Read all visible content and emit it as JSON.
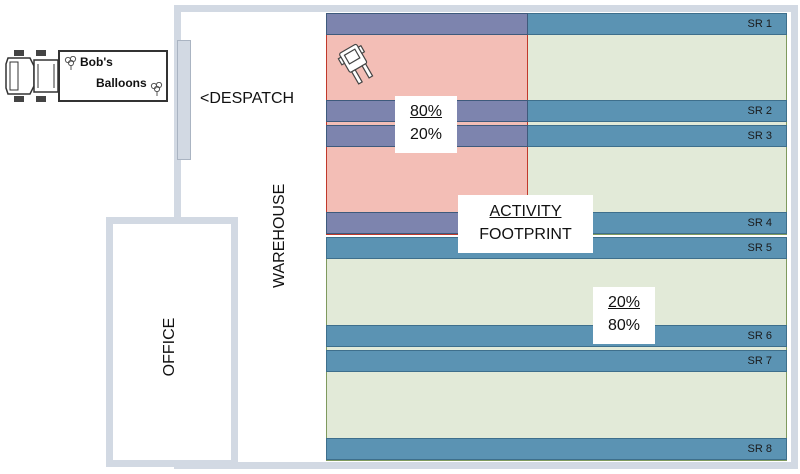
{
  "truck": {
    "brand_line1": "Bob's",
    "brand_line2": "Balloons"
  },
  "labels": {
    "despatch": "<DESPATCH",
    "warehouse": "WAREHOUSE",
    "office": "OFFICE",
    "activity_line1": "ACTIVITY",
    "activity_line2": "FOOTPRINT"
  },
  "zones": {
    "active": {
      "top_pct": "80%",
      "bottom_pct": "20%"
    },
    "reserve": {
      "top_pct": "20%",
      "bottom_pct": "80%"
    }
  },
  "racks": [
    "SR 1",
    "SR 2",
    "SR 3",
    "SR 4",
    "SR 5",
    "SR 6",
    "SR 7",
    "SR 8"
  ],
  "colors": {
    "rack": "#5b93b3",
    "rack_active": "#7d84ae",
    "active_zone": "#ffa0a0",
    "reserve_zone": "#e2ead8",
    "wall": "#d2d9e3"
  }
}
